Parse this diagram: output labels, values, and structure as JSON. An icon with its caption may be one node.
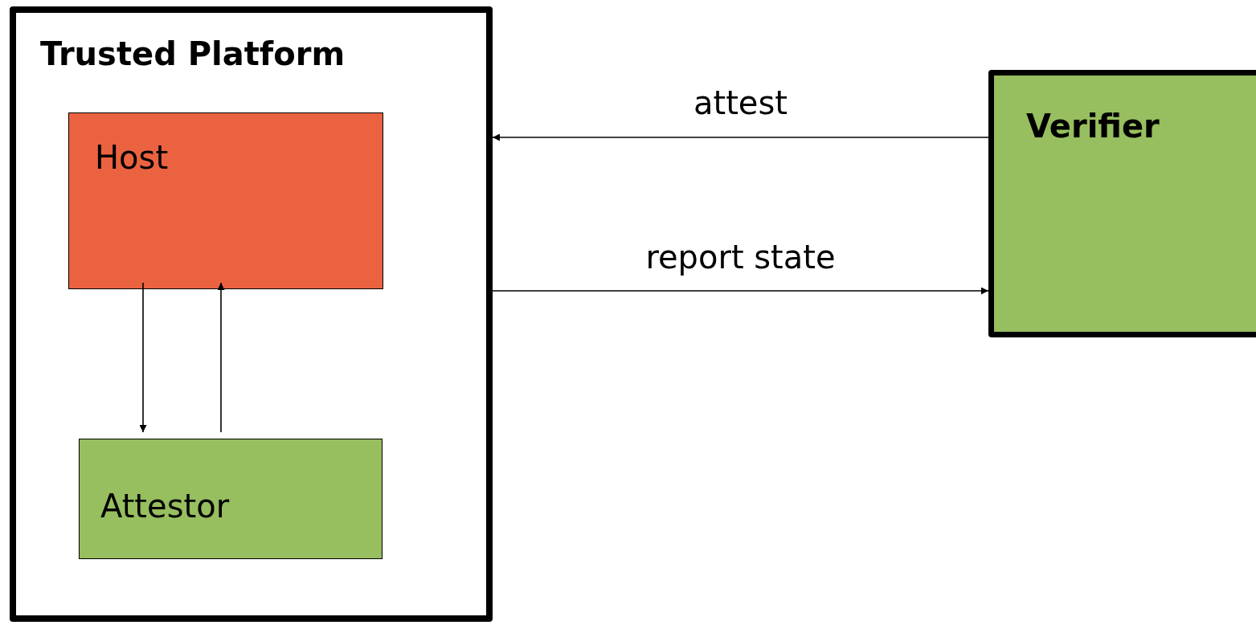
{
  "diagram": {
    "nodes": [
      {
        "text": [
          "Trusted Platform"
        ]
      },
      {
        "text": [
          "Host"
        ],
        "in": 0
      },
      {
        "text": [
          "Attestor"
        ],
        "in": 0
      },
      {
        "text": [
          "Verifier"
        ]
      }
    ],
    "edges": [
      {
        "from": 1,
        "to": 2,
        "arrow": "to"
      },
      {
        "from": 2,
        "to": 1,
        "arrow": "to"
      },
      {
        "from": 3,
        "to": 0,
        "arrow": "to",
        "label": "attest"
      },
      {
        "from": 0,
        "to": 3,
        "arrow": "to",
        "label": "report state"
      }
    ]
  }
}
